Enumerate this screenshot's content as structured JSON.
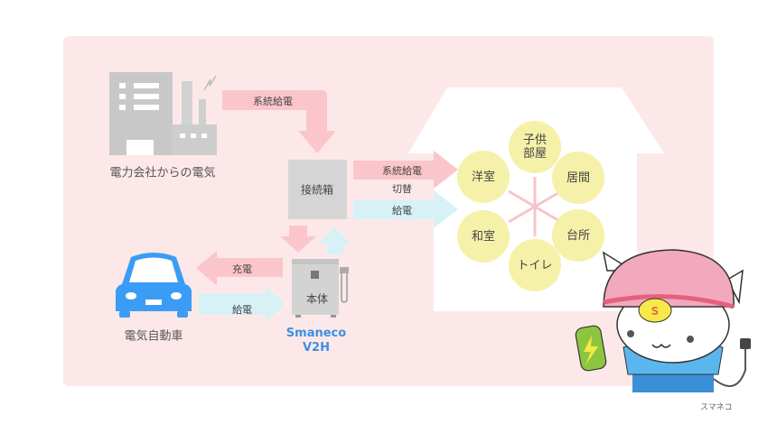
{
  "power_company": {
    "label": "電力会社からの電気"
  },
  "grid_supply_top": {
    "label": "系統給電"
  },
  "junction_box": {
    "label": "接続箱"
  },
  "house_arrows": {
    "grid_label": "系統給電",
    "switch_label": "切替",
    "supply_label": "給電"
  },
  "car": {
    "label": "電気自動車",
    "charge_label": "充電",
    "supply_label": "給電"
  },
  "v2h_unit": {
    "label": "本体",
    "brand_line1": "Smaneco",
    "brand_line2": "V2H"
  },
  "rooms": [
    "子供\n部屋",
    "洋室",
    "居間",
    "和室",
    "台所",
    "トイレ"
  ],
  "mascot": {
    "credit": "スマネコ",
    "helmet_letter": "S"
  },
  "colors": {
    "panel": "#fde8e9",
    "pink_arrow": "#fbc6cb",
    "blue_arrow": "#d6f2f7",
    "gray": "#c9c9c9",
    "car": "#3a9cf5",
    "brand": "#3d8fe6",
    "room": "#f5f1a9"
  }
}
